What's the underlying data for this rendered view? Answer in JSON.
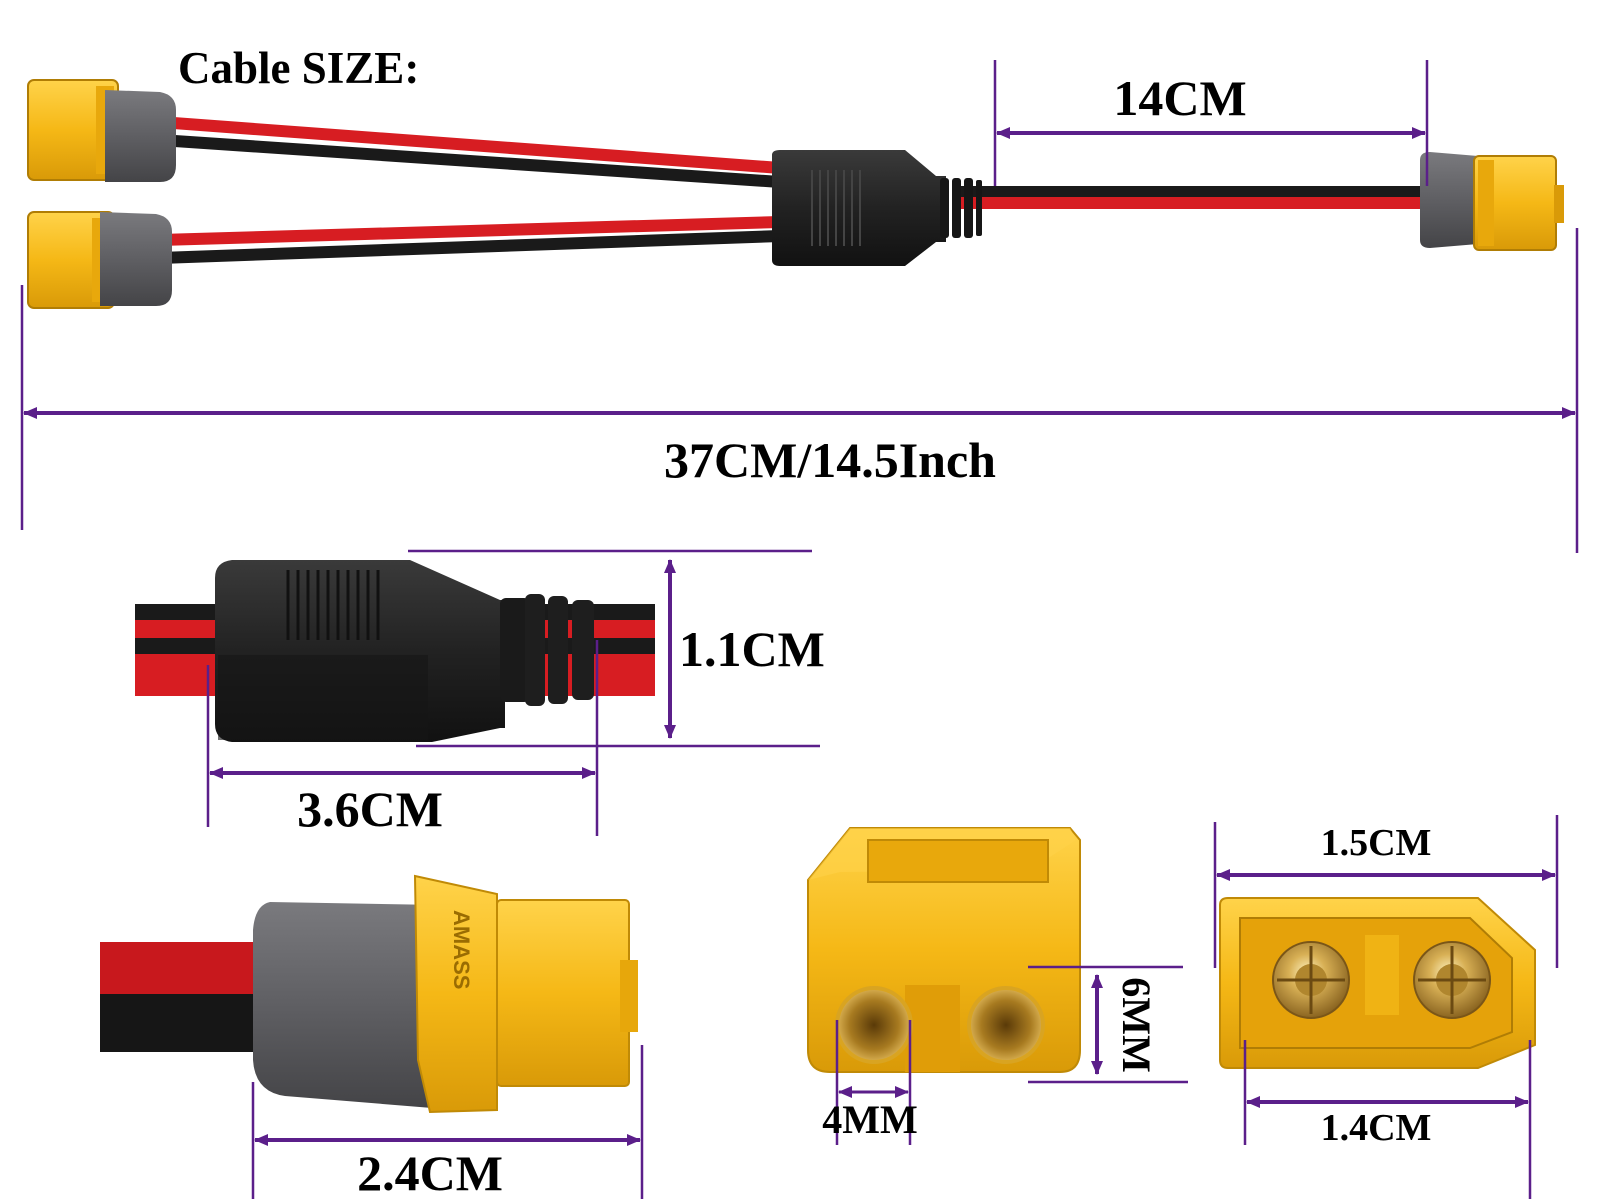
{
  "heading": "Cable SIZE:",
  "dimensions": {
    "branch_length": "14CM",
    "total_length": "37CM/14.5Inch",
    "junction_height": "1.1CM",
    "junction_length": "3.6CM",
    "connector_length": "2.4CM",
    "socket_height": "6MM",
    "pin_diameter": "4MM",
    "face_outer_width": "1.5CM",
    "face_inner_width": "1.4CM"
  },
  "connector_brand_mark": "AMASS",
  "colors": {
    "dimension_line": "#5b1f8a",
    "connector_yellow": "#f5b816",
    "connector_yellow_dark": "#d99a08",
    "sleeve_gray": "#5f5f63",
    "wire_red": "#d71d22",
    "wire_black": "#1a1a1a",
    "junction_black": "#222222",
    "gold_pin": "#c8a044"
  }
}
